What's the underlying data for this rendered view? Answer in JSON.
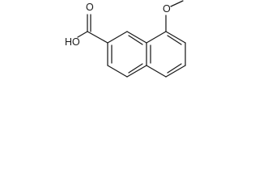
{
  "structure": {
    "atom_labels": {
      "hydroxyl": "HO",
      "carbonyl_oxygen": "O",
      "ether_oxygen": "O"
    }
  }
}
